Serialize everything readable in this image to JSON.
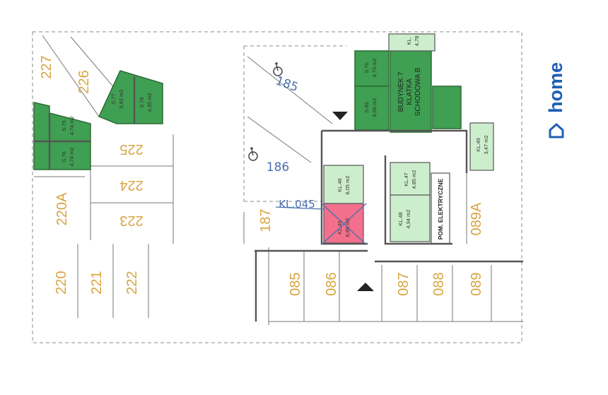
{
  "brand": {
    "name": "home"
  },
  "colors": {
    "green_room": "#3f9f52",
    "light_room": "#cdeecd",
    "highlight": "#f2708c",
    "spot_label": "#d9a441",
    "handwriting": "#4a6fb0",
    "brand": "#1e5fb4"
  },
  "icons": [
    "wheelchair-icon",
    "arrow-up-icon",
    "arrow-down-icon",
    "house-logo-icon"
  ],
  "spots": {
    "s227": "227",
    "s226": "226",
    "s225": "225",
    "s224": "224",
    "s223": "223",
    "s220a": "220A",
    "s220": "220",
    "s221": "221",
    "s222": "222",
    "s185": "185",
    "s186": "186",
    "s187": "187",
    "s085": "085",
    "s086": "086",
    "s087": "087",
    "s088": "088",
    "s089": "089",
    "s089a": "089A"
  },
  "rooms": {
    "s77": {
      "id": "S.77",
      "area": "5,82 m2"
    },
    "s78": {
      "id": "S.78",
      "area": "4,35 m2"
    },
    "s75": {
      "id": "S.75",
      "area": "4,74 m2"
    },
    "s76": {
      "id": "S.76",
      "area": "4,74 m2"
    },
    "s70": {
      "id": "S.70",
      "area": "4,73 m2"
    },
    "s69": {
      "id": "S.69",
      "area": "6,06 m2"
    },
    "kl49": {
      "id": "KL.49",
      "area": "3,47 m2"
    },
    "kl46": {
      "id": "KL.46",
      "area": "6,05 m2"
    },
    "kl45": {
      "id": "KL.45",
      "area": "6,85 m2"
    },
    "kl47": {
      "id": "KL.47",
      "area": "4,85 m2"
    },
    "kl48": {
      "id": "KL.48",
      "area": "4,94 m2"
    },
    "top": {
      "id": "KL.",
      "area": "4,78"
    }
  },
  "building": {
    "line1": "BUDYNEK 7",
    "line2": "KLATKA",
    "line3": "SCHODOWA B"
  },
  "electric_room": "POM. ELEKTRYCZNE",
  "handwritten": "KL.045"
}
